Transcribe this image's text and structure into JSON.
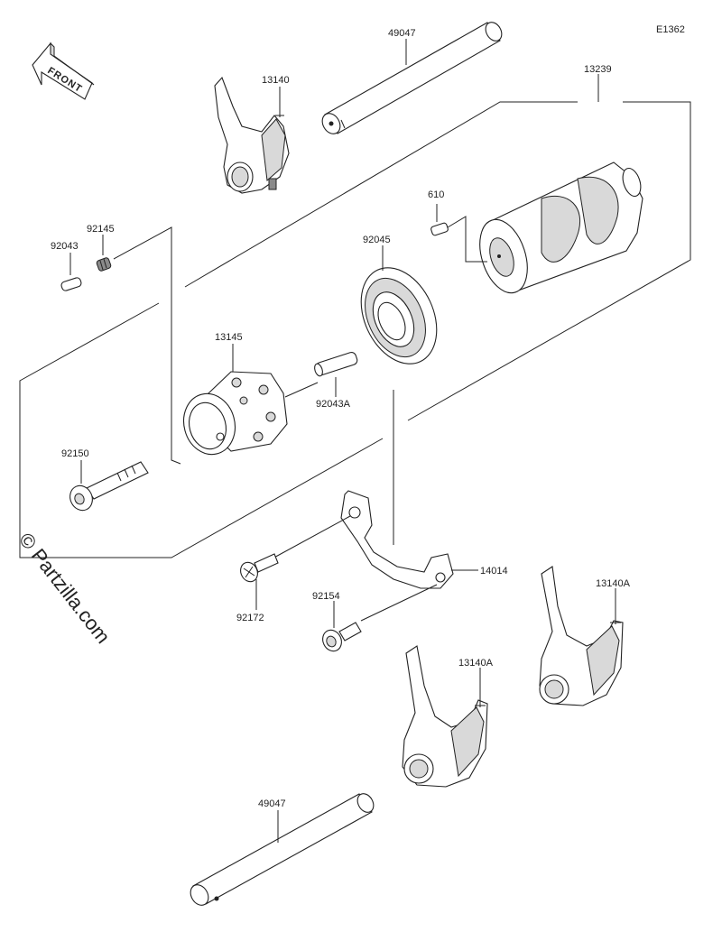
{
  "diagram_code": "E1362",
  "front_label": "FRONT",
  "watermark": "© Partzilla.com",
  "callouts": {
    "shaft_top": "49047",
    "fork_top": "13140",
    "drum": "13239",
    "pin_610": "610",
    "spring": "92145",
    "pin_small": "92043",
    "bearing": "92045",
    "cam": "13145",
    "pin_cam": "92043A",
    "bolt_long": "92150",
    "plate": "14014",
    "screw_flat": "92172",
    "bolt_small": "92154",
    "fork_mid": "13140A",
    "fork_right": "13140A",
    "shaft_bottom": "49047"
  }
}
